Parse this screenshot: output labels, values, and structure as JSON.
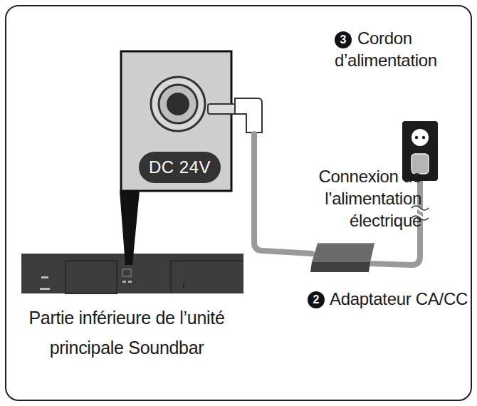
{
  "diagram": {
    "nodes": [
      {
        "text": [
          "DC 24V"
        ]
      }
    ],
    "labels": [
      "3",
      "Cordon d’alimentation",
      "Connexion de l’alimentation électrique",
      "2",
      "Adaptateur CA/CC",
      "Partie inférieure de l’unité principale Soundbar"
    ]
  }
}
